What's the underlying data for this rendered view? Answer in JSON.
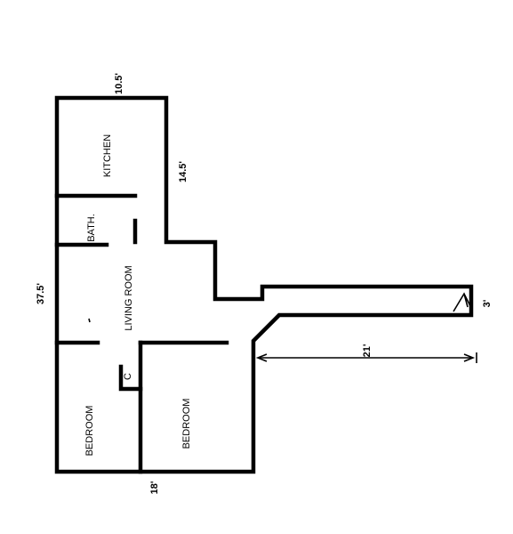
{
  "rooms": {
    "kitchen": "KITCHEN",
    "bath": "BATH.",
    "living_room": "LIVING ROOM",
    "bedroom_left": "BEDROOM",
    "bedroom_right": "BEDROOM",
    "closet": "C"
  },
  "dimensions": {
    "top_width": "10.5'",
    "kitchen_depth": "14.5'",
    "total_length": "37.5'",
    "bottom_width": "18'",
    "hall_length": "21'",
    "hall_width": "3'"
  }
}
